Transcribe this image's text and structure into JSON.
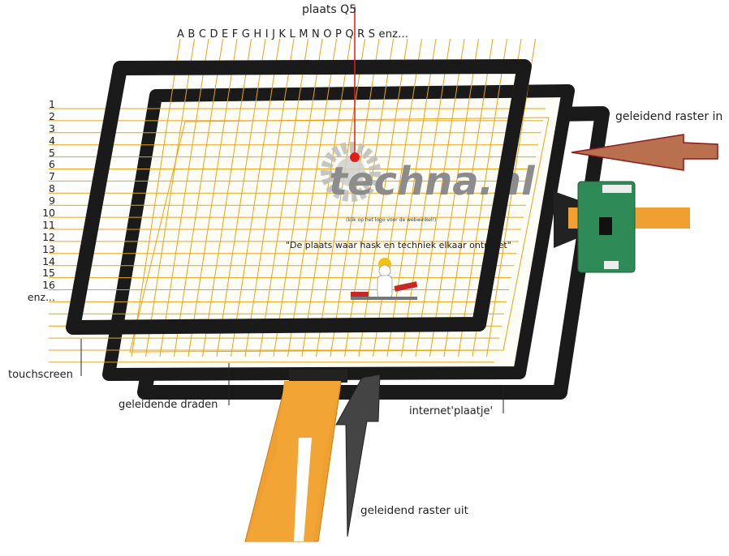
{
  "labels": {
    "top_marker": "plaats Q5",
    "columns": "A B C D E F G H I J K L M N O P Q R S enz...",
    "rows": [
      "1",
      "2",
      "3",
      "4",
      "5",
      "6",
      "7",
      "8",
      "9",
      "10",
      "11",
      "12",
      "13",
      "14",
      "15",
      "16",
      "enz..."
    ],
    "raster_in": "geleidend raster in",
    "raster_out": "geleidend raster uit",
    "touchscreen": "touchscreen",
    "wires": "geleidende draden",
    "internet_plate": "internet'plaatje'"
  },
  "screen_content": {
    "logo": "techna.nl",
    "logo_sub": "(klik op het logo voor de webwinkel!)",
    "slogan": "\"De plaats waar hask en techniek elkaar ontmoet\""
  },
  "colors": {
    "frame": "#1a1a1a",
    "grid_lines": "#e8a317",
    "marker": "#e31b1b",
    "flex_cable": "#f0a030",
    "arrow_in": "#b8704e",
    "pcb": "#2e8b57"
  },
  "icons": [
    "gear-logo-icon",
    "worker-figure-icon",
    "arrow-in-icon",
    "arrow-out-icon",
    "pcb-connector-icon"
  ]
}
